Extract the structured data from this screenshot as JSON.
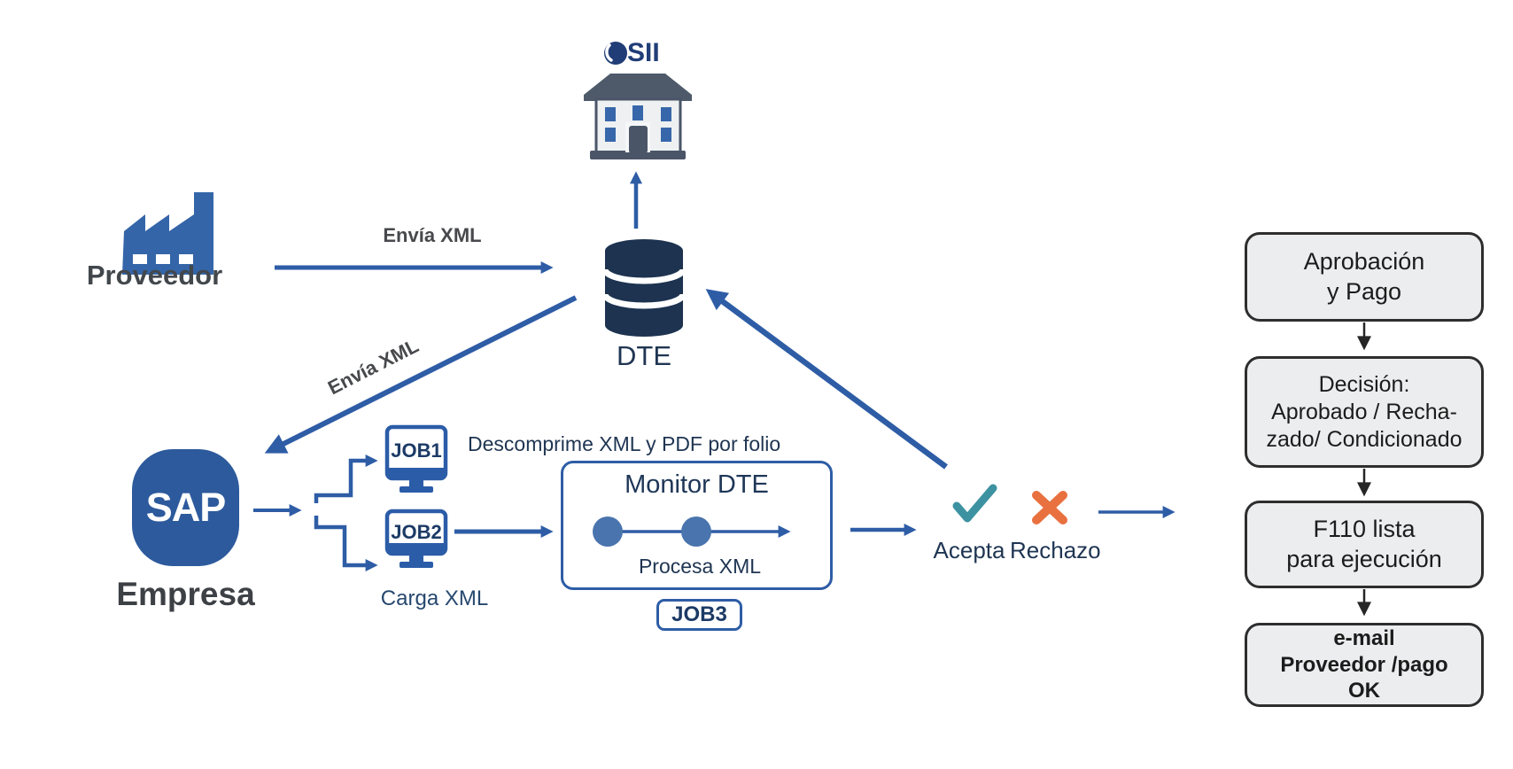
{
  "colors": {
    "primary_blue": "#2e5da6",
    "icon_blue": "#3465a8",
    "cylinder_navy": "#1d3350",
    "label_navy": "#1f3552",
    "teal_check": "#3d92a1",
    "orange_x": "#e8713f",
    "flow_box_fill": "#ecedee",
    "flow_box_border": "#2e2e2e"
  },
  "icons": {
    "sii_logo": "sii-circle-logo",
    "sii_building": "government-building-icon",
    "proveedor": "factory-icon",
    "dte": "database-cylinder-icon",
    "sap": "sap-logo",
    "job1": "monitor-icon",
    "job2": "monitor-icon",
    "acepta": "check-icon",
    "rechazo": "x-icon"
  },
  "nodes": {
    "sii_logo_text": "SII",
    "proveedor_label": "Proveedor",
    "dte_label": "DTE",
    "sap_logo_text": "SAP",
    "empresa_label": "Empresa",
    "job1": "JOB1",
    "job2": "JOB2",
    "job3": "JOB3"
  },
  "labels": {
    "envia_xml_top": "Envía XML",
    "envia_xml_diagonal": "Envía XML",
    "descomprime": "Descomprime XML y PDF por folio",
    "monitor_title": "Monitor DTE",
    "procesa_xml": "Procesa XML",
    "carga_xml": "Carga XML",
    "acepta": "Acepta",
    "rechazo": "Rechazo"
  },
  "flow_boxes": [
    {
      "lines": [
        "Aprobación",
        "y Pago"
      ]
    },
    {
      "lines": [
        "Decisión:",
        "Aprobado / Recha-",
        "zado/ Condicionado"
      ]
    },
    {
      "lines": [
        "F110 lista",
        "para ejecución"
      ]
    },
    {
      "lines": [
        "e-mail",
        "Proveedor /pago",
        "OK"
      ]
    }
  ]
}
